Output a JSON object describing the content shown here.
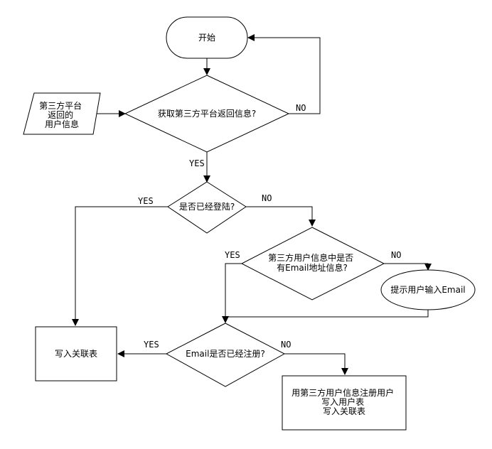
{
  "nodes": {
    "start": "开始",
    "third_party_input": [
      "第三方平台",
      "返回的",
      "用户信息"
    ],
    "get_info": "获取第三方平台返回信息?",
    "logged_in": "是否已经登陆?",
    "has_email": [
      "第三方用户信息中是否",
      "有Email地址信息?"
    ],
    "prompt_email": "提示用户输入Email",
    "email_registered": "Email是否已经注册?",
    "write_link": "写入关联表",
    "register_user": [
      "用第三方用户信息注册用户",
      "写入用户表",
      "写入关联表"
    ]
  },
  "edges": {
    "get_info_no": "NO",
    "get_info_yes": "YES",
    "logged_in_yes": "YES",
    "logged_in_no": "NO",
    "has_email_yes": "YES",
    "has_email_no": "NO",
    "email_registered_yes": "YES",
    "email_registered_no": "NO"
  }
}
